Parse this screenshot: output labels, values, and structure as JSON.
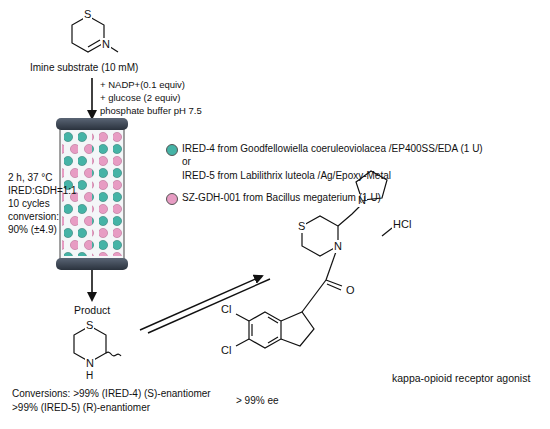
{
  "diagram": {
    "labels": [
      "S",
      "N",
      "Imine substrate (10 mM)",
      "+ NADP+(0.1 equiv)",
      "+ glucose (2 equiv)",
      "phosphate buffer pH 7.5",
      "2 h, 37 °C",
      "IRED:GDH=1:1",
      "10 cycles",
      "conversion:",
      "90% (±4.9)",
      "or",
      "IRED-5 from Labilithrix luteola /Ag/Epoxy-Metal",
      "Product",
      "S",
      "N",
      "H",
      "Conversions: >99% (IRED-4) (S)-enantiomer",
      ">99% (IRED-5) (R)-enantiomer",
      "> 99% ee",
      "S",
      "N",
      "N",
      "HCl",
      "O",
      "Cl",
      "Cl",
      "kappa-opioid receptor agonist"
    ],
    "legend": [
      {
        "text": "IRED-4 from Goodfellowiella coeruleoviolacea /EP400SS/EDA (1 U)",
        "color": "#45b3a6"
      },
      {
        "text": "SZ-GDH-001 from Bacillus megaterium (1 U)",
        "color": "#e79cc3"
      }
    ]
  }
}
